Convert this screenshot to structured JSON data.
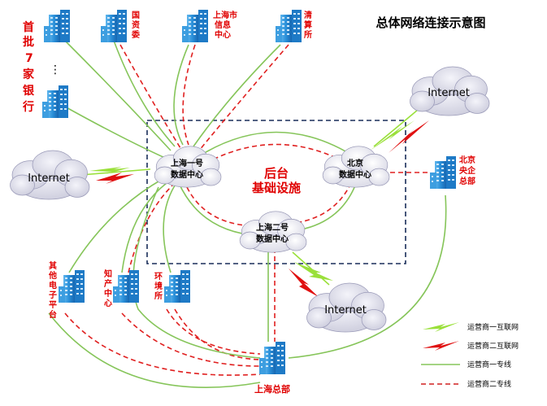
{
  "title": "总体网络连接示意图",
  "center_label": [
    "后台",
    "基础设施"
  ],
  "data_centers": {
    "dc1": [
      "上海一号",
      "数据中心"
    ],
    "dc2": [
      "北京",
      "数据中心"
    ],
    "dc3": [
      "上海二号",
      "数据中心"
    ]
  },
  "internet_clouds": {
    "left": "Internet",
    "top_right": "Internet",
    "bottom": "Internet"
  },
  "nodes": {
    "banks": [
      "首",
      "批",
      "7",
      "家",
      "银",
      "行"
    ],
    "guoziwei": [
      "国",
      "资",
      "委"
    ],
    "shanghai_info": [
      "上海市",
      "信息",
      "中心"
    ],
    "clearing": [
      "清",
      "算",
      "所"
    ],
    "beijing_soe": [
      "北京",
      "央企",
      "总部"
    ],
    "qita": [
      "其",
      "他",
      "电",
      "子",
      "平",
      "台"
    ],
    "ip_center": [
      "知",
      "产",
      "中",
      "心"
    ],
    "exchange": [
      "环",
      "境",
      "所"
    ],
    "hq": "上海总部"
  },
  "legend": [
    {
      "type": "isp1-internet",
      "label": "运营商一互联网",
      "color": "#9ae03a"
    },
    {
      "type": "isp2-internet",
      "label": "运营商二互联网",
      "color": "#e01010"
    },
    {
      "type": "isp1-line",
      "label": "运营商一专线",
      "color": "#7cc050"
    },
    {
      "type": "isp2-line",
      "label": "运营商二专线",
      "color": "#d02020"
    }
  ],
  "colors": {
    "green_line": "#86c55a",
    "red_line": "#e02020",
    "cloud_fill": "#dcdce8",
    "building_blue": "#2a8fd8",
    "dashed_box": "#1a2e5a"
  }
}
